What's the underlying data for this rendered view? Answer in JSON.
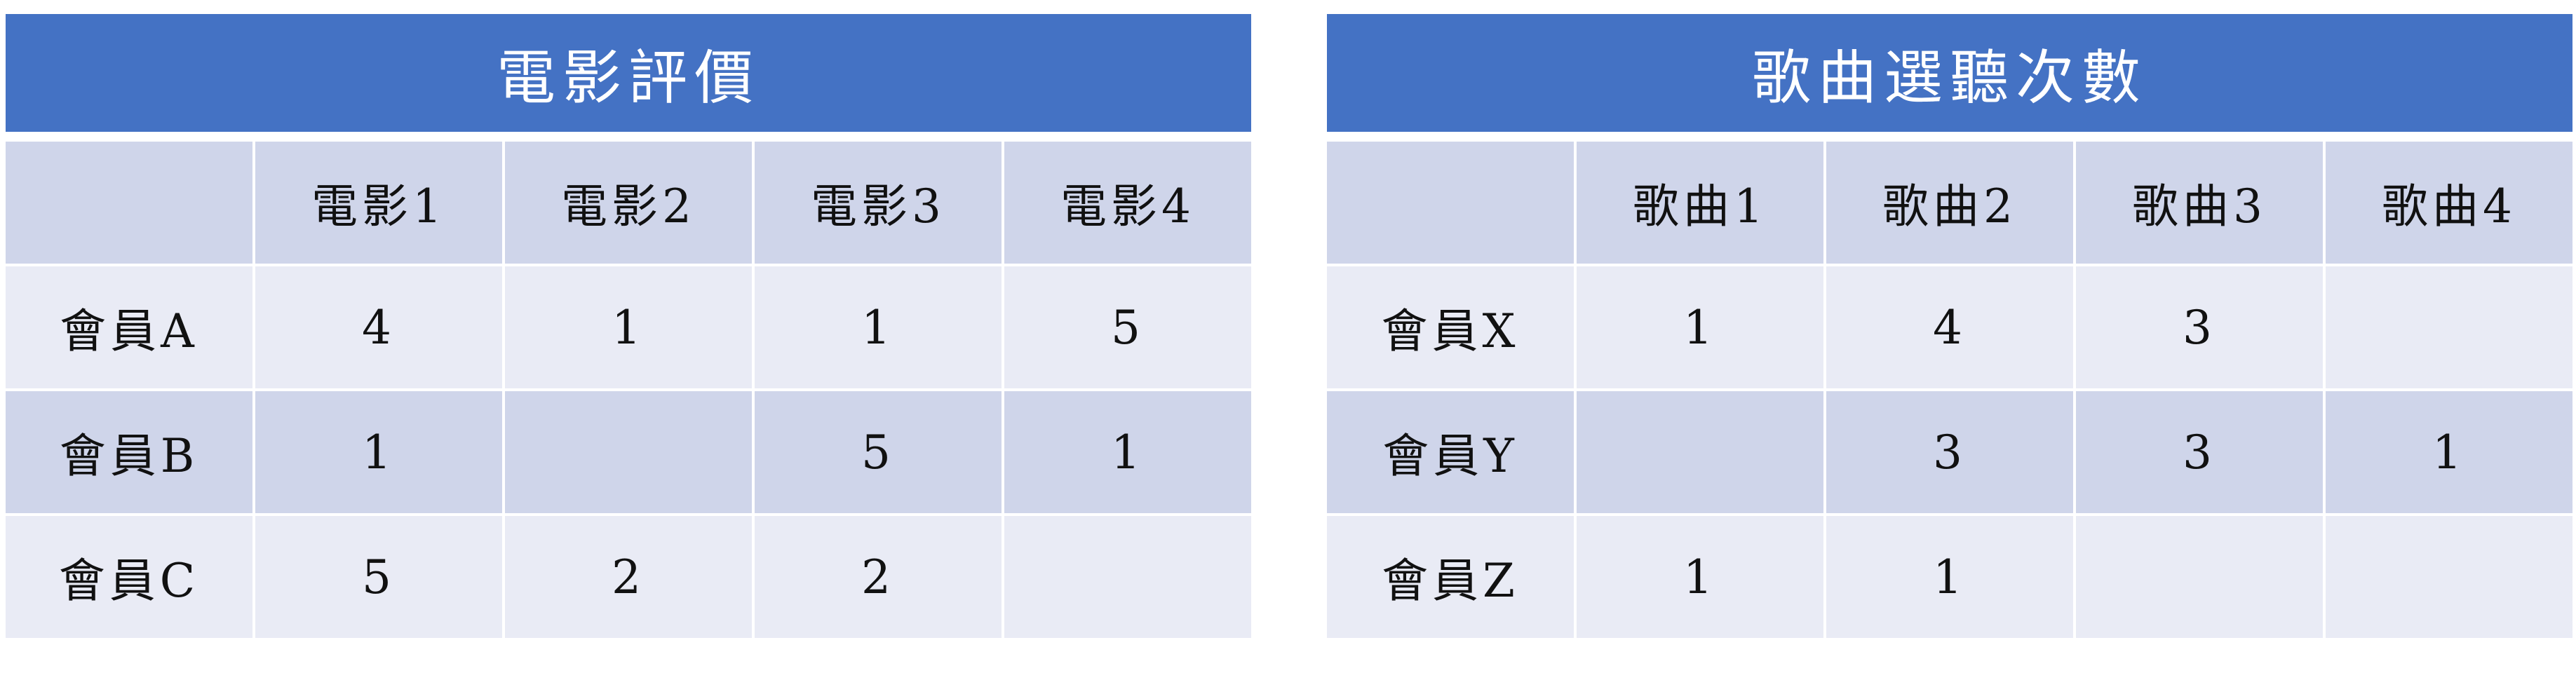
{
  "movie_table": {
    "title": "電影評價",
    "columns": [
      "",
      "電影1",
      "電影2",
      "電影3",
      "電影4"
    ],
    "rows": [
      {
        "label": "會員A",
        "values": [
          "4",
          "1",
          "1",
          "5"
        ]
      },
      {
        "label": "會員B",
        "values": [
          "1",
          "",
          "5",
          "1"
        ]
      },
      {
        "label": "會員C",
        "values": [
          "5",
          "2",
          "2",
          ""
        ]
      }
    ]
  },
  "song_table": {
    "title": "歌曲選聽次數",
    "columns": [
      "",
      "歌曲1",
      "歌曲2",
      "歌曲3",
      "歌曲4"
    ],
    "rows": [
      {
        "label": "會員X",
        "values": [
          "1",
          "4",
          "3",
          ""
        ]
      },
      {
        "label": "會員Y",
        "values": [
          "",
          "3",
          "3",
          "1"
        ]
      },
      {
        "label": "會員Z",
        "values": [
          "1",
          "1",
          "",
          ""
        ]
      }
    ]
  },
  "colors": {
    "header": "#4472c4",
    "band_dark": "#cfd5ea",
    "band_light": "#e9ebf5"
  }
}
